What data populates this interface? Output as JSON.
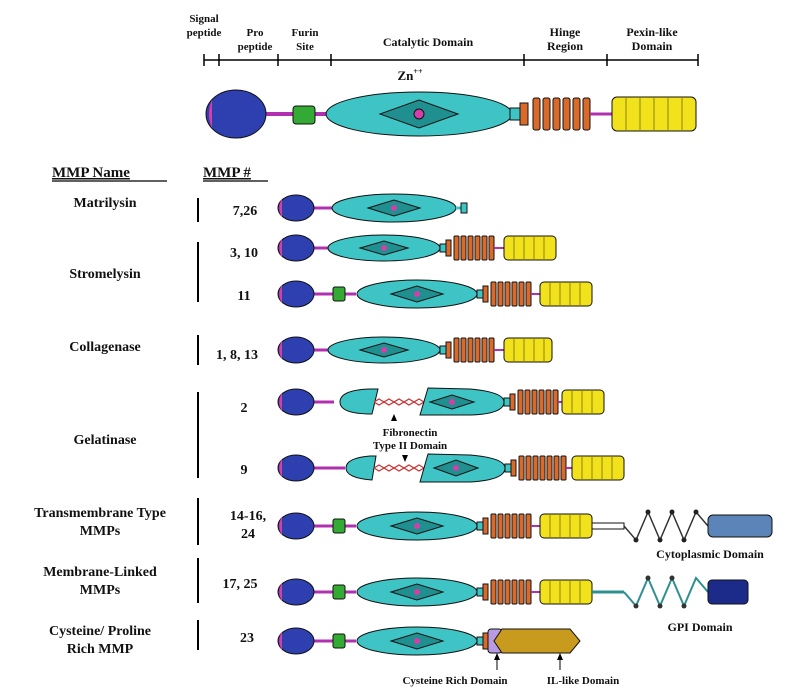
{
  "header": {
    "signal": [
      "Signal",
      "peptide"
    ],
    "pro": [
      "Pro",
      "peptide"
    ],
    "furin": [
      "Furin",
      "Site"
    ],
    "catalytic": "Catalytic Domain",
    "zinc": "Zn",
    "zinc_sup": "++",
    "hinge": [
      "Hinge",
      "Region"
    ],
    "pexin": [
      "Pexin-like",
      "Domain"
    ]
  },
  "columns": {
    "name": "MMP Name",
    "number": "MMP #"
  },
  "families": {
    "matrilysin": {
      "name": "Matrilysin",
      "numbers": "7,26"
    },
    "stromelysin": {
      "name": "Stromelysin",
      "numbers_a": "3, 10",
      "numbers_b": "11"
    },
    "collagenase": {
      "name": "Collagenase",
      "numbers": "1, 8, 13"
    },
    "gelatinase": {
      "name": "Gelatinase",
      "numbers_a": "2",
      "numbers_b": "9"
    },
    "transmembrane": {
      "name": [
        "Transmembrane Type",
        "MMPs"
      ],
      "numbers": [
        "14-16,",
        "24"
      ]
    },
    "membrane_linked": {
      "name": [
        "Membrane-Linked",
        "MMPs"
      ],
      "numbers": "17, 25"
    },
    "cysteine_proline": {
      "name": [
        "Cysteine/ Proline",
        "Rich MMP"
      ],
      "numbers": "23"
    }
  },
  "annotations": {
    "fibronectin": [
      "Fibronectin",
      "Type II Domain"
    ],
    "cytoplasmic": "Cytoplasmic Domain",
    "gpi": "GPI Domain",
    "cysteine_rich": "Cysteine Rich Domain",
    "il_like": "IL-like Domain"
  },
  "colors": {
    "signal": "#d23fa8",
    "pro": "#2e3fb0",
    "linker": "#b030b0",
    "furin": "#33aa33",
    "catalytic": "#3ec4c4",
    "zinc_site": "#1f8f8f",
    "hinge": "#d96a2a",
    "pexin": "#f2e21b",
    "cytoplasmic": "#5b84b8",
    "gpi": "#1c2a8a",
    "cysteine_rich": "#b89be0",
    "il_like": "#c89a1e"
  }
}
